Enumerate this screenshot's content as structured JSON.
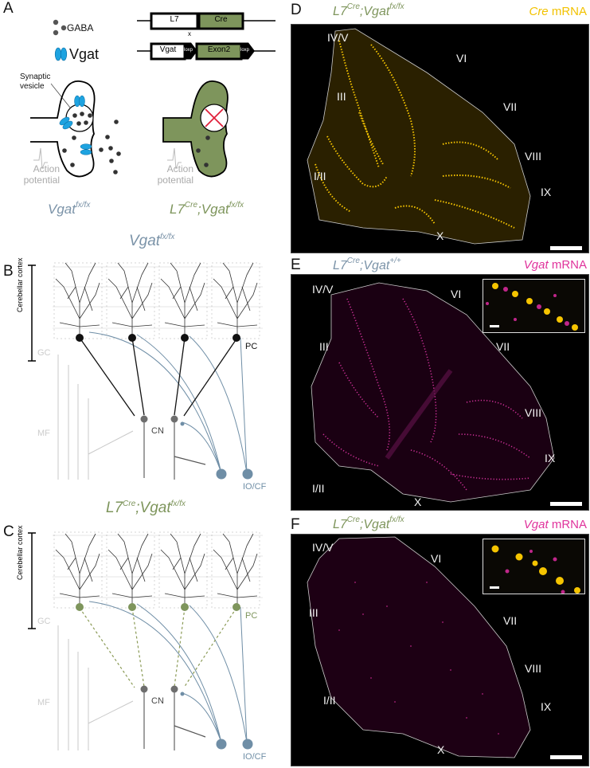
{
  "panels": {
    "A": {
      "label": "A",
      "legend": {
        "gaba": "GABA",
        "vgat": "Vgat"
      },
      "constructs": {
        "line1": {
          "promoter": "L7",
          "gene": "Cre"
        },
        "cross": "x",
        "line2": {
          "gene": "Vgat",
          "loxp1": "loxp",
          "exon": "Exon2",
          "loxp2": "loxp"
        }
      },
      "synaptic_vesicle_label": "Synaptic vesicle",
      "synaptic_line1": "Synaptic",
      "synaptic_line2": "vesicle",
      "action_potential_line1": "Action",
      "action_potential_line2": "potential",
      "genotype_left": {
        "base": "Vgat",
        "sup": "fx/fx"
      },
      "genotype_right": {
        "base1": "L7",
        "sup1": "Cre",
        "sep": ";",
        "base2": "Vgat",
        "sup2": "fx/fx"
      }
    },
    "B": {
      "label": "B",
      "title": {
        "base": "Vgat",
        "sup": "fx/fx"
      },
      "cortex_label": "Cerebellar cortex",
      "gc": "GC",
      "mf": "MF",
      "cn": "CN",
      "pc": "PC",
      "io": "IO/CF"
    },
    "C": {
      "label": "C",
      "title": {
        "base1": "L7",
        "sup1": "Cre",
        "sep": ";",
        "base2": "Vgat",
        "sup2": "fx/fx"
      },
      "cortex_label": "Cerebellar cortex",
      "gc": "GC",
      "mf": "MF",
      "cn": "CN",
      "pc": "PC",
      "io": "IO/CF"
    },
    "D": {
      "label": "D",
      "genotype": {
        "base1": "L7",
        "sup1": "Cre",
        "sep": ";",
        "base2": "Vgat",
        "sup2": "fx/fx"
      },
      "probe": {
        "gene": "Cre",
        "suffix": " mRNA"
      },
      "lobules": [
        "IV/V",
        "VI",
        "III",
        "VII",
        "VIII",
        "I/II",
        "IX",
        "X"
      ]
    },
    "E": {
      "label": "E",
      "genotype": {
        "base1": "L7",
        "sup1": "Cre",
        "sep": ";",
        "base2": "Vgat",
        "sup2": "+/+"
      },
      "probe": {
        "gene": "Vgat",
        "suffix": " mRNA"
      },
      "lobules": [
        "IV/V",
        "VI",
        "III",
        "VII",
        "VIII",
        "IX",
        "I/II",
        "X"
      ]
    },
    "F": {
      "label": "F",
      "genotype": {
        "base1": "L7",
        "sup1": "Cre",
        "sep": ";",
        "base2": "Vgat",
        "sup2": "fx/fx"
      },
      "probe": {
        "gene": "Vgat",
        "suffix": " mRNA"
      },
      "lobules": [
        "IV/V",
        "VI",
        "III",
        "VII",
        "VIII",
        "I/II",
        "IX",
        "X"
      ]
    }
  },
  "colors": {
    "control_blue": "#7b93a8",
    "mutant_green": "#7e955c",
    "vgat_cyan": "#1ea3e0",
    "cre_yellow": "#f2c200",
    "vgat_magenta": "#e0339c",
    "pc_black": "#111111",
    "cn_gray": "#6e6e6e",
    "io_blue": "#6f8ea6"
  }
}
